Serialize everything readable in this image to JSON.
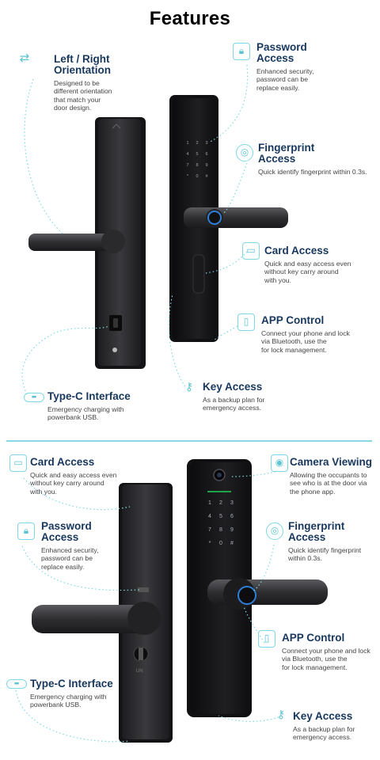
{
  "title": "Features",
  "top": {
    "orientation": {
      "title_line1": "Left / Right",
      "title_line2": "Orientation",
      "desc": [
        "Designed to be",
        "different orientation",
        "that match your",
        "door design."
      ],
      "icon": "left-right-arrows-icon"
    },
    "password": {
      "title_line1": "Password",
      "title_line2": "Access",
      "desc": [
        "Enhanced security,",
        "password can be",
        "replace easily."
      ],
      "icon": "padlock-icon"
    },
    "fingerprint": {
      "title_line1": "Fingerprint",
      "title_line2": "Access",
      "desc": [
        "Quick identify fingerprint within 0.3s."
      ],
      "icon": "fingerprint-icon"
    },
    "card": {
      "title": "Card Access",
      "desc": [
        "Quick and easy access even",
        "without key carry around",
        "with you."
      ],
      "icon": "card-icon"
    },
    "app": {
      "title": "APP Control",
      "desc": [
        "Connect your phone and lock",
        "via Bluetooth, use the",
        "for lock management."
      ],
      "icon": "phone-icon"
    },
    "key": {
      "title": "Key Access",
      "desc": [
        "As a backup plan for",
        "emergency access."
      ],
      "icon": "key-icon"
    },
    "typec": {
      "title": "Type-C Interface",
      "desc": [
        "Emergency charging with",
        "powerbank USB."
      ],
      "icon": "usb-c-icon"
    }
  },
  "bottom": {
    "card": {
      "title": "Card Access",
      "desc": [
        "Quick and easy access even",
        "without key carry around",
        "with you."
      ],
      "icon": "card-icon"
    },
    "password": {
      "title_line1": "Password",
      "title_line2": "Access",
      "desc": [
        "Enhanced security,",
        "password can be",
        "replace easily."
      ],
      "icon": "padlock-icon"
    },
    "typec": {
      "title": "Type-C Interface",
      "desc": [
        "Emergency charging with",
        "powerbank USB."
      ],
      "icon": "usb-c-icon"
    },
    "camera": {
      "title": "Camera Viewing",
      "desc": [
        "Allowing the occupants to",
        "see who is at the door via",
        "the phone app."
      ],
      "icon": "camera-icon"
    },
    "fingerprint": {
      "title_line1": "Fingerprint",
      "title_line2": "Access",
      "desc": [
        "Quick identify fingerprint",
        "within 0.3s."
      ],
      "icon": "fingerprint-icon"
    },
    "app": {
      "title": "APP Control",
      "desc": [
        "Connect your phone and lock",
        "via Bluetooth, use the",
        "for lock management."
      ],
      "icon": "phone-icon"
    },
    "key": {
      "title": "Key Access",
      "desc": [
        "As a backup plan for",
        "emergency access."
      ],
      "icon": "key-icon"
    }
  },
  "keypad_top": [
    "1",
    "2",
    "3",
    "4",
    "5",
    "6",
    "7",
    "8",
    "9",
    "*",
    "0",
    "#"
  ],
  "keypad_bottom": [
    "1",
    "2",
    "3",
    "4",
    "5",
    "6",
    "7",
    "8",
    "9",
    "*",
    "0",
    "#"
  ],
  "keyhole_label": "UN",
  "colors": {
    "accent": "#5cc4d1",
    "heading": "#17375e",
    "divider": "#8ad8e4",
    "lock_body": "#2b2b2e"
  }
}
